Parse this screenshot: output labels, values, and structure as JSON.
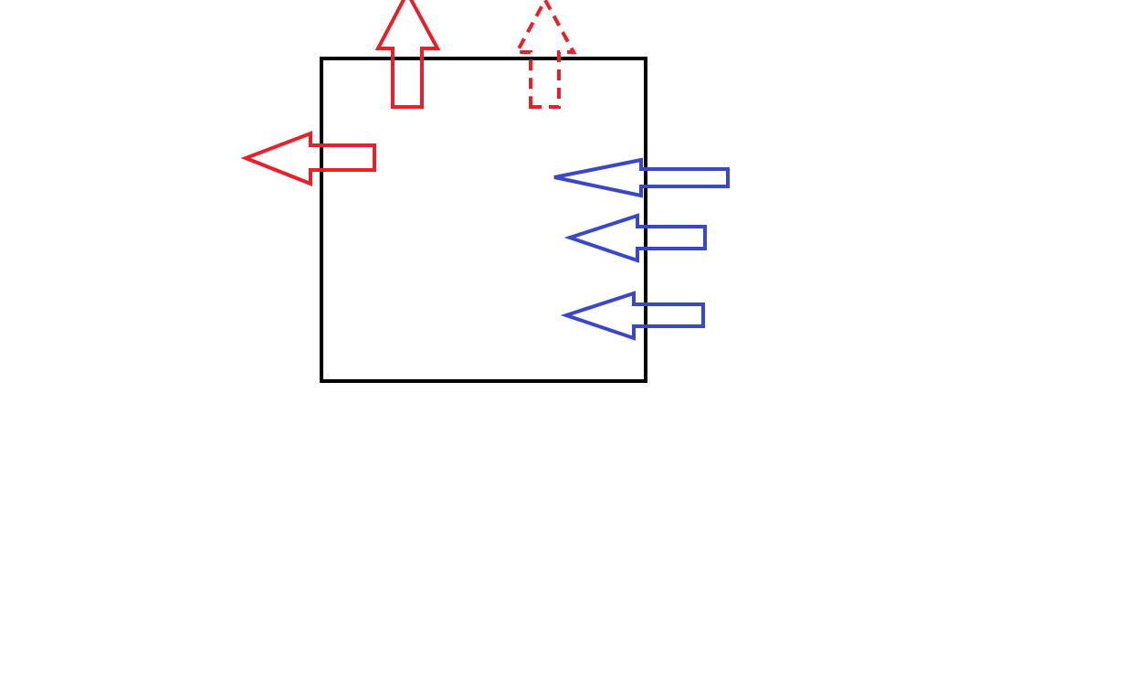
{
  "diagram": {
    "colors": {
      "box": "#000000",
      "outward_arrow": "#e8202a",
      "inward_arrow": "#3a48c8",
      "background": "#ffffff"
    },
    "box": {
      "name": "square-box",
      "outline": "solid"
    },
    "arrows": [
      {
        "name": "red-up-arrow-solid",
        "role": "outward_arrow",
        "direction": "up",
        "line": "solid"
      },
      {
        "name": "red-up-arrow-dashed",
        "role": "outward_arrow",
        "direction": "up",
        "line": "dashed"
      },
      {
        "name": "red-left-arrow",
        "role": "outward_arrow",
        "direction": "left",
        "line": "solid"
      },
      {
        "name": "blue-left-arrow-top",
        "role": "inward_arrow",
        "direction": "left",
        "line": "solid"
      },
      {
        "name": "blue-left-arrow-middle",
        "role": "inward_arrow",
        "direction": "left",
        "line": "solid"
      },
      {
        "name": "blue-left-arrow-bottom",
        "role": "inward_arrow",
        "direction": "left",
        "line": "solid"
      }
    ]
  }
}
